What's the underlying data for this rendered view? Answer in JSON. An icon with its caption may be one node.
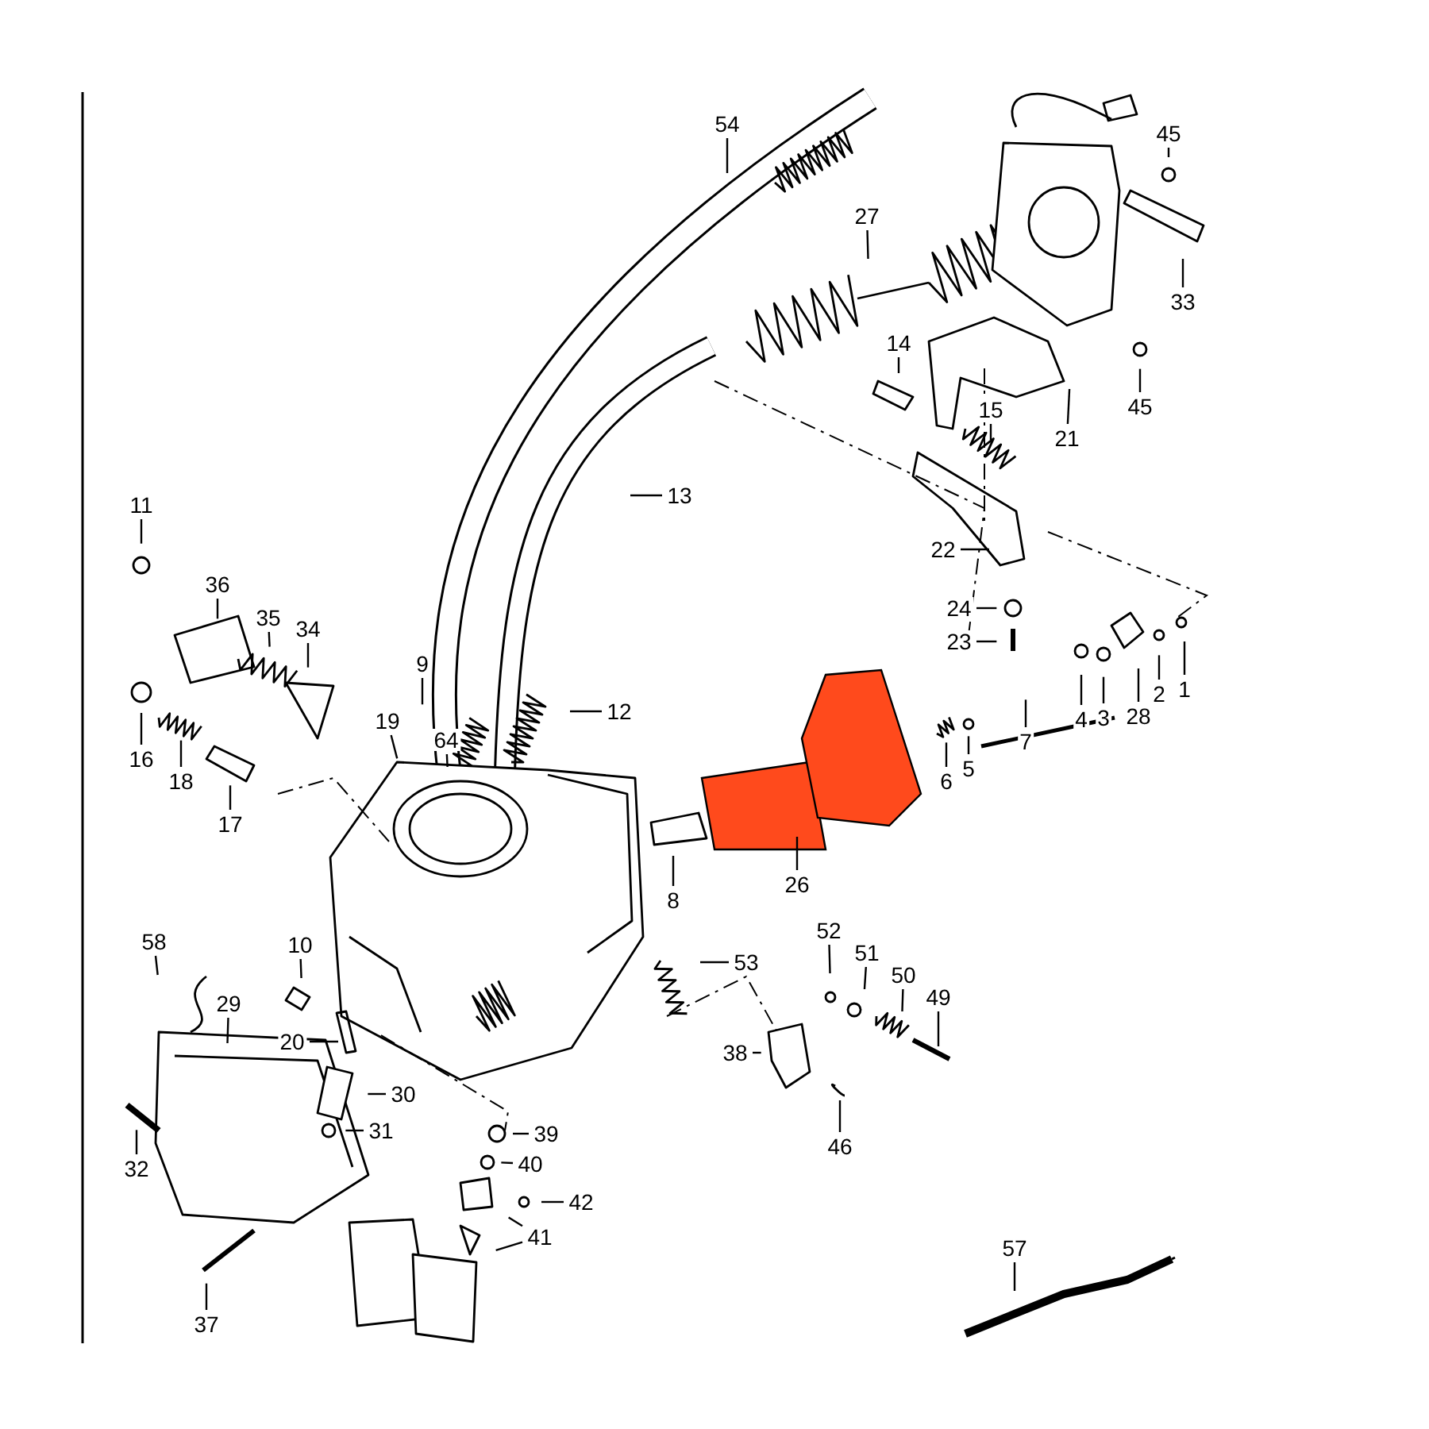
{
  "diagram": {
    "nodes": [
      {
        "text": [
          "54"
        ]
      },
      {
        "text": [
          "45"
        ]
      },
      {
        "text": [
          "27"
        ]
      },
      {
        "text": [
          "33"
        ]
      },
      {
        "text": [
          "14"
        ]
      },
      {
        "text": [
          "45"
        ]
      },
      {
        "text": [
          "15"
        ]
      },
      {
        "text": [
          "21"
        ]
      },
      {
        "text": [
          "13"
        ]
      },
      {
        "text": [
          "11"
        ]
      },
      {
        "text": [
          "22"
        ]
      },
      {
        "text": [
          "36"
        ]
      },
      {
        "text": [
          "35"
        ]
      },
      {
        "text": [
          "34"
        ]
      },
      {
        "text": [
          "24"
        ]
      },
      {
        "text": [
          "23"
        ]
      },
      {
        "text": [
          "9"
        ]
      },
      {
        "text": [
          "1"
        ]
      },
      {
        "text": [
          "2"
        ]
      },
      {
        "text": [
          "28"
        ]
      },
      {
        "text": [
          "3"
        ]
      },
      {
        "text": [
          "4"
        ]
      },
      {
        "text": [
          "12"
        ]
      },
      {
        "text": [
          "19"
        ]
      },
      {
        "text": [
          "7"
        ]
      },
      {
        "text": [
          "64"
        ]
      },
      {
        "text": [
          "16"
        ]
      },
      {
        "text": [
          "6"
        ]
      },
      {
        "text": [
          "5"
        ]
      },
      {
        "text": [
          "18"
        ]
      },
      {
        "text": [
          "17"
        ]
      },
      {
        "text": [
          "26"
        ]
      },
      {
        "text": [
          "8"
        ]
      },
      {
        "text": [
          "52"
        ]
      },
      {
        "text": [
          "58"
        ]
      },
      {
        "text": [
          "10"
        ]
      },
      {
        "text": [
          "53"
        ]
      },
      {
        "text": [
          "51"
        ]
      },
      {
        "text": [
          "50"
        ]
      },
      {
        "text": [
          "49"
        ]
      },
      {
        "text": [
          "29"
        ]
      },
      {
        "text": [
          "20"
        ]
      },
      {
        "text": [
          "38"
        ]
      },
      {
        "text": [
          "30"
        ]
      },
      {
        "text": [
          "31"
        ]
      },
      {
        "text": [
          "46"
        ]
      },
      {
        "text": [
          "39"
        ]
      },
      {
        "text": [
          "32"
        ]
      },
      {
        "text": [
          "40"
        ]
      },
      {
        "text": [
          "42"
        ]
      },
      {
        "text": [
          "41"
        ]
      },
      {
        "text": [
          "37"
        ]
      },
      {
        "text": [
          "57"
        ]
      }
    ],
    "edges": [
      {
        "from": 0,
        "to": null,
        "arrow": "none"
      },
      {
        "from": 1,
        "to": null,
        "arrow": "none"
      },
      {
        "from": 2,
        "to": null,
        "arrow": "none"
      },
      {
        "from": 3,
        "to": null,
        "arrow": "none"
      },
      {
        "from": 4,
        "to": null,
        "arrow": "none"
      },
      {
        "from": 5,
        "to": null,
        "arrow": "none"
      },
      {
        "from": 6,
        "to": null,
        "arrow": "none"
      },
      {
        "from": 7,
        "to": null,
        "arrow": "none"
      },
      {
        "from": 8,
        "to": null,
        "arrow": "none"
      },
      {
        "from": 9,
        "to": null,
        "arrow": "none"
      },
      {
        "from": 10,
        "to": null,
        "arrow": "none"
      },
      {
        "from": 11,
        "to": null,
        "arrow": "none"
      },
      {
        "from": 12,
        "to": null,
        "arrow": "none"
      },
      {
        "from": 13,
        "to": null,
        "arrow": "none"
      },
      {
        "from": 14,
        "to": null,
        "arrow": "none"
      },
      {
        "from": 15,
        "to": null,
        "arrow": "none"
      },
      {
        "from": 16,
        "to": null,
        "arrow": "none"
      },
      {
        "from": 17,
        "to": null,
        "arrow": "none"
      },
      {
        "from": 18,
        "to": null,
        "arrow": "none"
      },
      {
        "from": 19,
        "to": null,
        "arrow": "none"
      },
      {
        "from": 20,
        "to": null,
        "arrow": "none"
      },
      {
        "from": 21,
        "to": null,
        "arrow": "none"
      },
      {
        "from": 22,
        "to": null,
        "arrow": "none"
      },
      {
        "from": 23,
        "to": null,
        "arrow": "none"
      },
      {
        "from": 24,
        "to": null,
        "arrow": "none"
      },
      {
        "from": 25,
        "to": null,
        "arrow": "none"
      },
      {
        "from": 26,
        "to": null,
        "arrow": "none"
      },
      {
        "from": 27,
        "to": null,
        "arrow": "none"
      },
      {
        "from": 28,
        "to": null,
        "arrow": "none"
      },
      {
        "from": 29,
        "to": null,
        "arrow": "none"
      },
      {
        "from": 30,
        "to": null,
        "arrow": "none"
      },
      {
        "from": 31,
        "to": null,
        "arrow": "none"
      },
      {
        "from": 32,
        "to": null,
        "arrow": "none"
      },
      {
        "from": 33,
        "to": null,
        "arrow": "none"
      },
      {
        "from": 34,
        "to": null,
        "arrow": "none"
      },
      {
        "from": 35,
        "to": null,
        "arrow": "none"
      },
      {
        "from": 36,
        "to": null,
        "arrow": "none"
      },
      {
        "from": 37,
        "to": null,
        "arrow": "none"
      },
      {
        "from": 38,
        "to": null,
        "arrow": "none"
      },
      {
        "from": 39,
        "to": null,
        "arrow": "none"
      },
      {
        "from": 40,
        "to": null,
        "arrow": "none"
      },
      {
        "from": 41,
        "to": null,
        "arrow": "none"
      },
      {
        "from": 42,
        "to": null,
        "arrow": "none"
      },
      {
        "from": 43,
        "to": null,
        "arrow": "none"
      },
      {
        "from": 44,
        "to": null,
        "arrow": "none"
      },
      {
        "from": 45,
        "to": null,
        "arrow": "none"
      },
      {
        "from": 46,
        "to": null,
        "arrow": "none"
      },
      {
        "from": 47,
        "to": null,
        "arrow": "none"
      },
      {
        "from": 48,
        "to": null,
        "arrow": "none"
      },
      {
        "from": 49,
        "to": null,
        "arrow": "none"
      },
      {
        "from": 50,
        "to": null,
        "arrow": "none"
      },
      {
        "from": 50,
        "to": null,
        "arrow": "none"
      },
      {
        "from": 51,
        "to": null,
        "arrow": "none"
      },
      {
        "from": 52,
        "to": null,
        "arrow": "none"
      }
    ]
  }
}
